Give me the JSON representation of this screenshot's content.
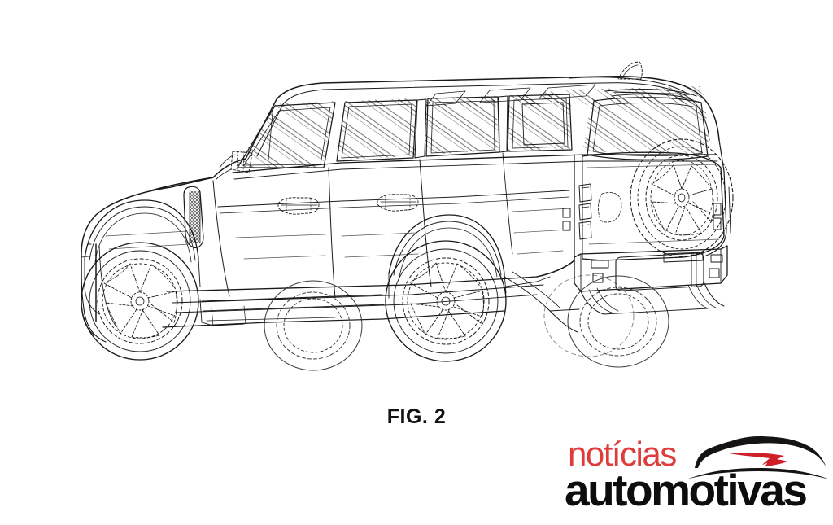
{
  "document": {
    "type": "patent-line-drawing",
    "background_color": "#ffffff",
    "line_color": "#1a1a1a",
    "subject": "SUV rear three-quarter view"
  },
  "figure": {
    "caption": "FIG. 2"
  },
  "watermark": {
    "word_top": "notícias",
    "word_bottom": "automotivas",
    "color_top": "#df3c3c",
    "color_bottom": "#0d0d0d",
    "accent_color": "#cf2027",
    "logo_icon": "car-silhouette-icon"
  },
  "drawing_parts": {
    "roof": "roof-panel",
    "antenna": "shark-fin-antenna",
    "roof_spoiler": "rear-spoiler-with-brake-light",
    "windshield": "windshield-glass",
    "front_door_glass": "front-door-window",
    "rear_door_glass": "rear-door-window",
    "quarter_glass": "rear-quarter-window",
    "rear_glass": "rear-tailgate-window",
    "alpine_lights": "roof-alpine-windows",
    "mirror": "side-mirror",
    "front_fender_vent": "front-fender-side-vent",
    "door_handle_front": "front-door-handle",
    "door_handle_rear": "rear-door-handle",
    "tail_lights": "vertical-tail-light-cluster",
    "spare_wheel": "tailgate-mounted-spare-wheel",
    "rear_bumper": "rear-bumper",
    "license_plate_recess": "rear-license-plate-recess",
    "rocker_panel": "side-rocker-sill",
    "wheels": "five-twin-spoke-alloy-wheels"
  }
}
